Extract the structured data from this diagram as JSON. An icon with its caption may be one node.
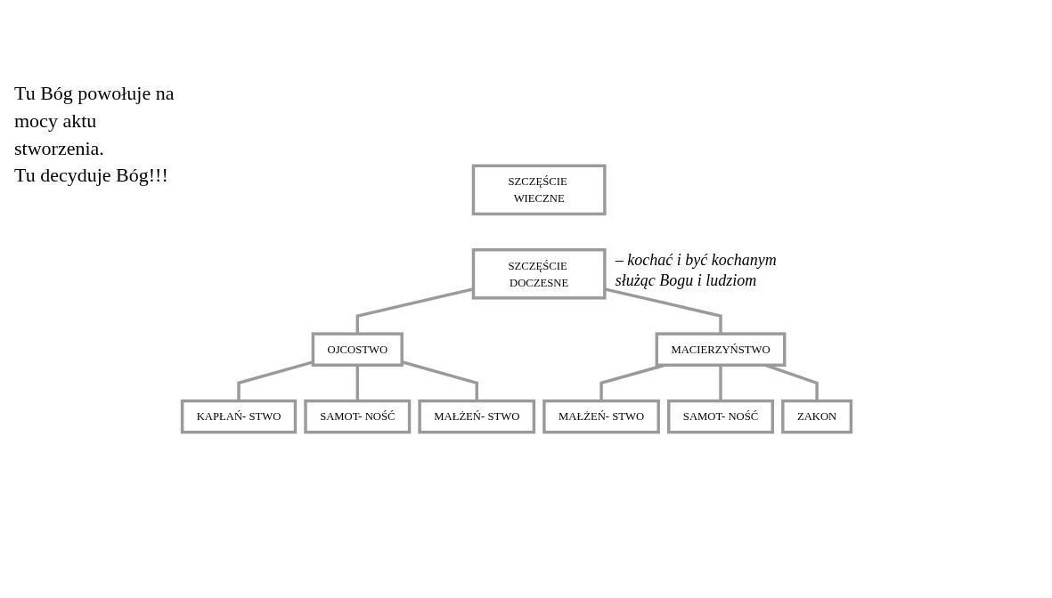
{
  "diagram": {
    "nodes": [
      {
        "text": [
          "SZCZĘŚCIE WIECZNE"
        ]
      },
      {
        "text": [
          "SZCZĘŚCIE DOCZESNE"
        ],
        "beside": [
          "– kochać i być kochanym służąc Bogu i ludziom"
        ]
      },
      {
        "text": [
          "OJCOSTWO"
        ]
      },
      {
        "text": [
          "MACIERZYŃSTWO"
        ]
      },
      {
        "text": [
          "KAPŁAŃ- STWO"
        ]
      },
      {
        "text": [
          "SAMOT- NOŚĆ"
        ]
      },
      {
        "text": [
          "MAŁŻEŃ- STWO"
        ]
      },
      {
        "text": [
          "MAŁŻEŃ- STWO"
        ]
      },
      {
        "text": [
          "SAMOT- NOŚĆ"
        ]
      },
      {
        "text": [
          "ZAKON"
        ]
      }
    ],
    "edges": [
      {
        "from": 1,
        "to": 2,
        "arrow": "none"
      },
      {
        "from": 1,
        "to": 3,
        "arrow": "none"
      },
      {
        "from": 2,
        "to": 4,
        "arrow": "none"
      },
      {
        "from": 2,
        "to": 5,
        "arrow": "none"
      },
      {
        "from": 2,
        "to": 6,
        "arrow": "none"
      },
      {
        "from": 3,
        "to": 7,
        "arrow": "none"
      },
      {
        "from": 3,
        "to": 8,
        "arrow": "none"
      },
      {
        "from": 3,
        "to": 9,
        "arrow": "none"
      }
    ],
    "labels": [
      "Tu Bóg powołuje na mocy aktu stworzenia.",
      "Tu decyduje Bóg!!!"
    ]
  }
}
